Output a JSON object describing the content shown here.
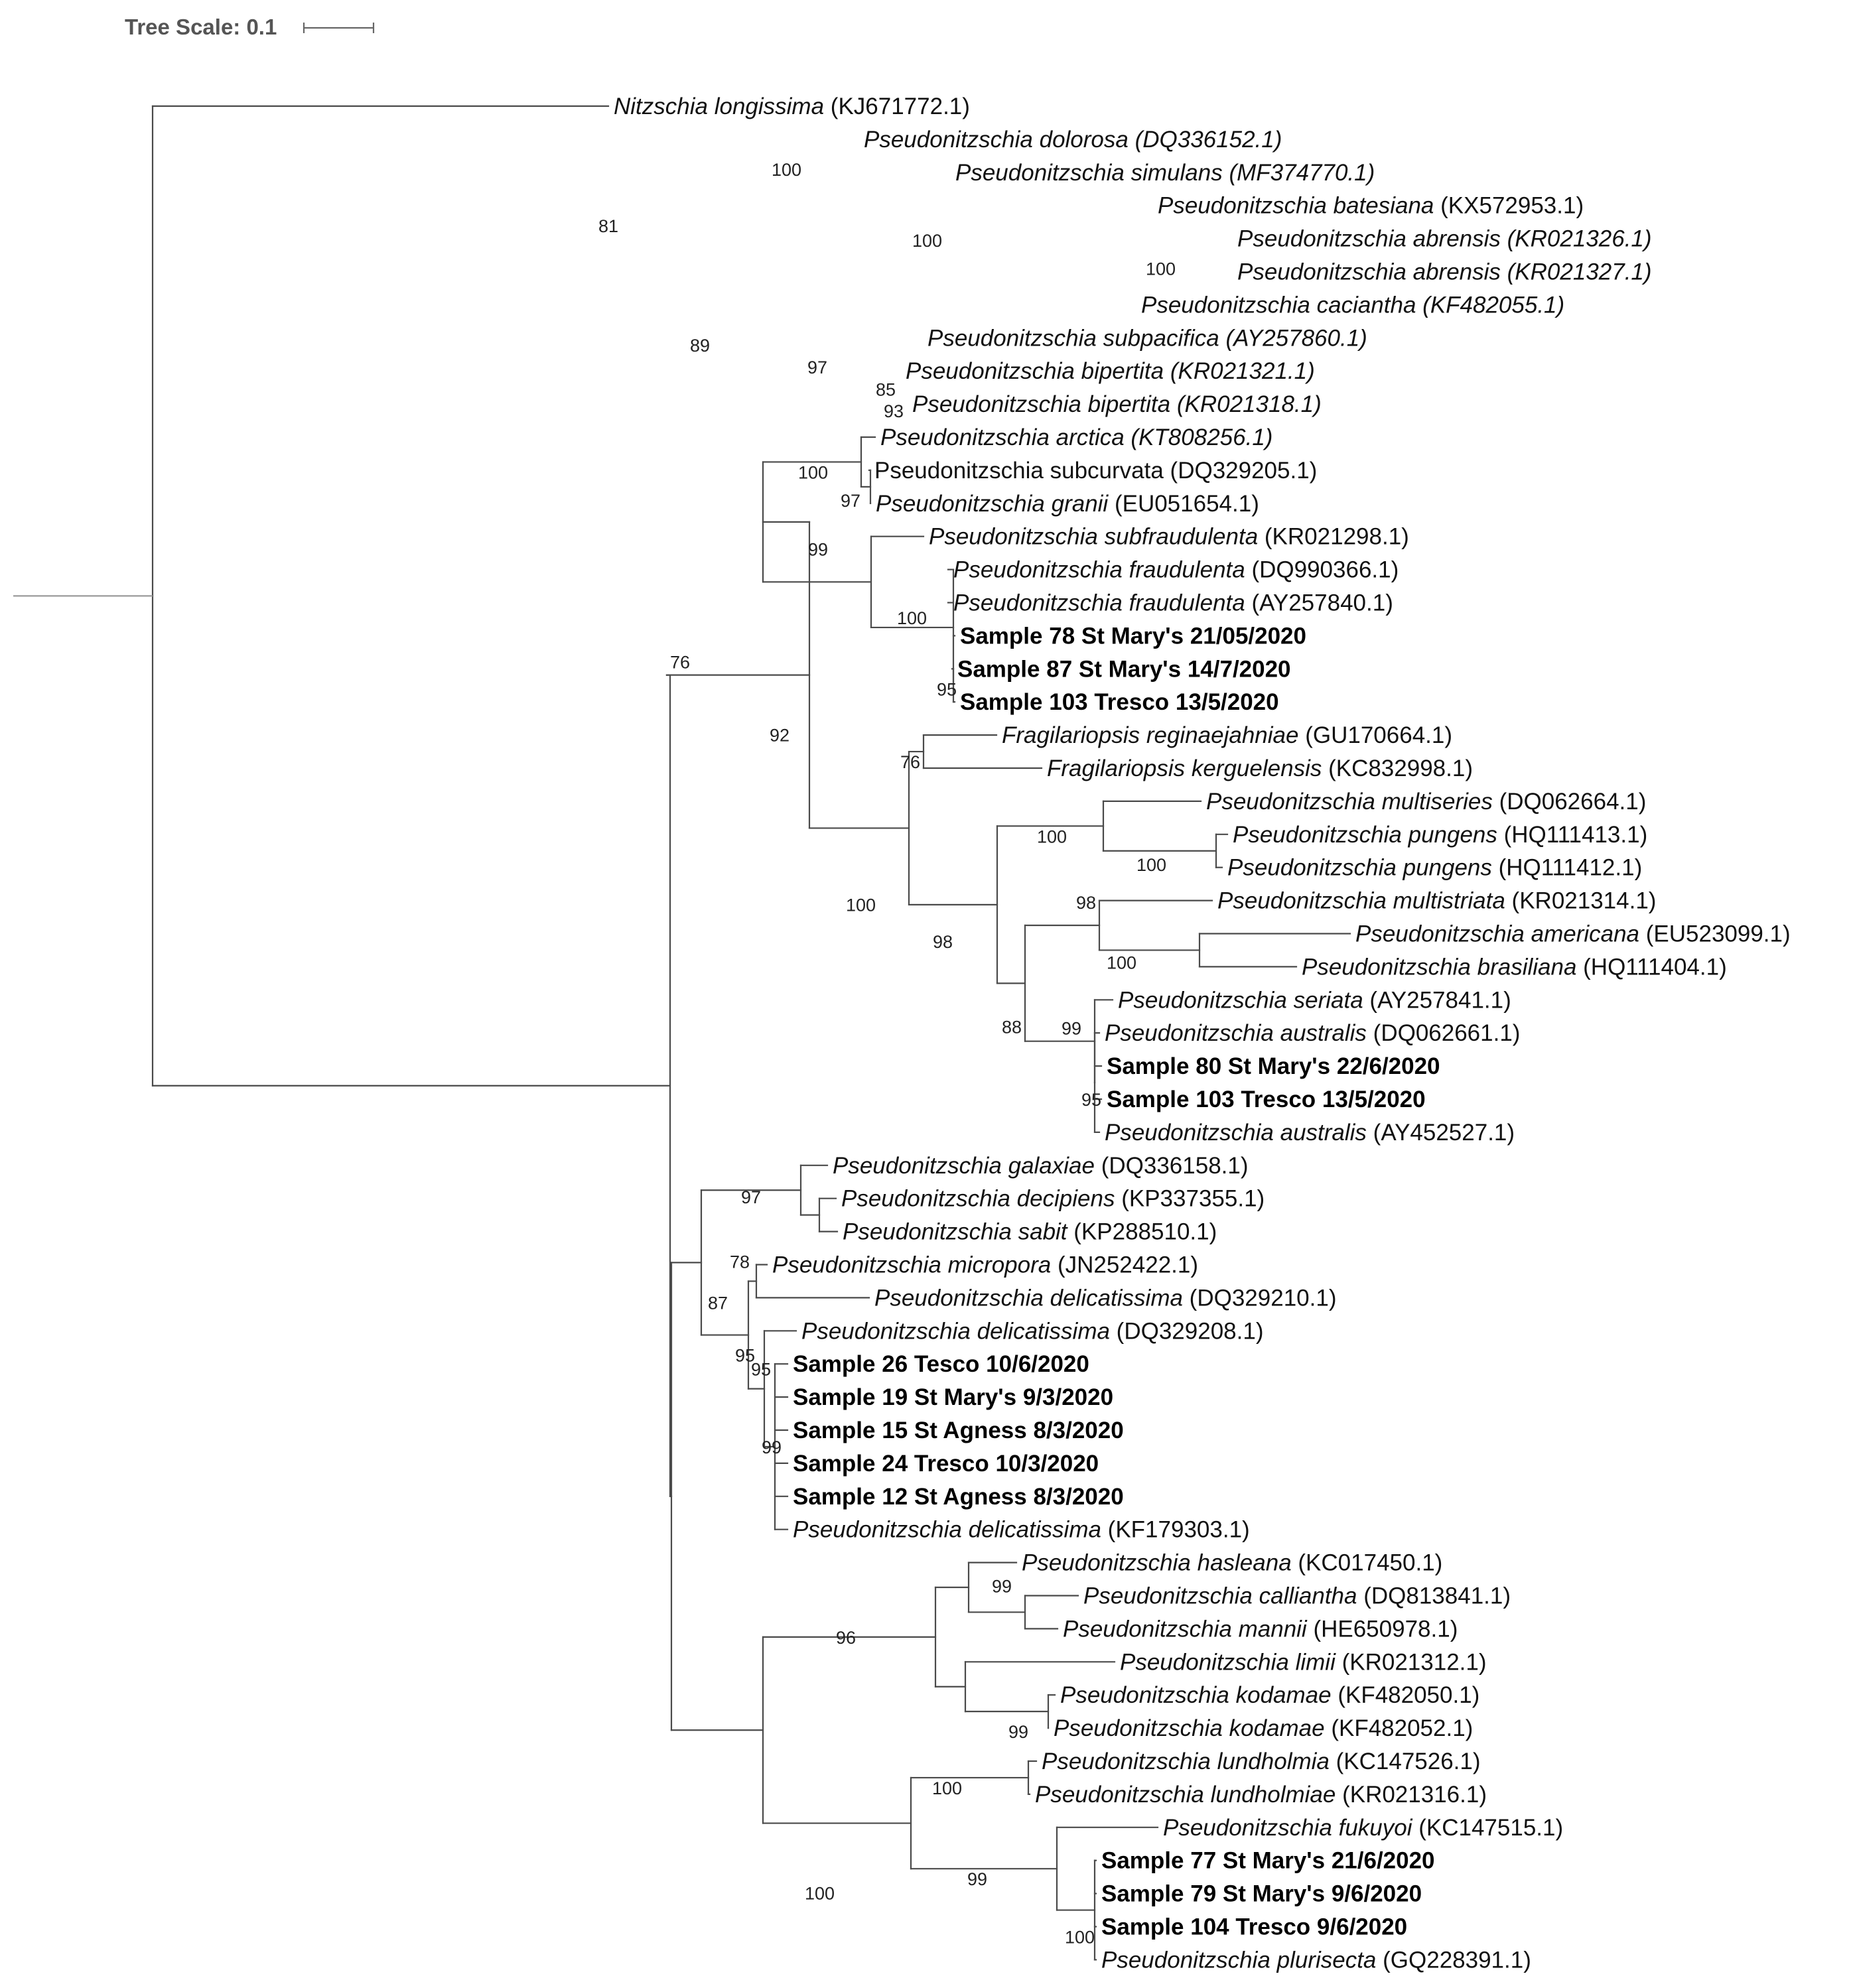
{
  "scale_label": "Tree Scale: 0.1",
  "taxa": [
    {
      "name": "Nitzschia longissima",
      "acc": " (KJ671772.1)"
    },
    {
      "name": "Pseudonitzschia dolorosa",
      "acc": " (DQ336152.1)",
      "italic_acc": true
    },
    {
      "name": "Pseudonitzschia simulans",
      "acc": " (MF374770.1)",
      "italic_acc": true
    },
    {
      "name": "Pseudonitzschia batesiana",
      "acc": " (KX572953.1)"
    },
    {
      "name": "Pseudonitzschia abrensis",
      "acc": " (KR021326.1)",
      "italic_acc": true
    },
    {
      "name": "Pseudonitzschia abrensis",
      "acc": " (KR021327.1)",
      "italic_acc": true
    },
    {
      "name": "Pseudonitzschia caciantha",
      "acc": " (KF482055.1)",
      "italic_acc": true
    },
    {
      "name": "Pseudonitzschia subpacifica",
      "acc": " (AY257860.1)",
      "italic_acc": true
    },
    {
      "name": "Pseudonitzschia bipertita",
      "acc": " (KR021321.1)",
      "italic_acc": true
    },
    {
      "name": "Pseudonitzschia bipertita",
      "acc": " (KR021318.1)",
      "italic_acc": true
    },
    {
      "name": "Pseudonitzschia arctica",
      "acc": " (KT808256.1)",
      "italic_acc": true
    },
    {
      "name": "Pseudonitzschia subcurvata",
      "acc": " (DQ329205.1)",
      "plain": true
    },
    {
      "name": "Pseudonitzschia granii",
      "acc": " (EU051654.1)"
    },
    {
      "name": "Pseudonitzschia subfraudulenta",
      "acc": " (KR021298.1)"
    },
    {
      "name": "Pseudonitzschia fraudulenta",
      "acc": " (DQ990366.1)"
    },
    {
      "name": "Pseudonitzschia fraudulenta",
      "acc": " (AY257840.1)"
    },
    {
      "sample": "Sample 78 St Mary's 21/05/2020"
    },
    {
      "sample": "Sample 87 St Mary's 14/7/2020"
    },
    {
      "sample": "Sample 103 Tresco 13/5/2020"
    },
    {
      "name": "Fragilariopsis reginaejahniae",
      "acc": " (GU170664.1)"
    },
    {
      "name": "Fragilariopsis kerguelensis",
      "acc": " (KC832998.1)"
    },
    {
      "name": "Pseudonitzschia multiseries",
      "acc": " (DQ062664.1)"
    },
    {
      "name": "Pseudonitzschia pungens",
      "acc": " (HQ111413.1)"
    },
    {
      "name": "Pseudonitzschia pungens",
      "acc": " (HQ111412.1)"
    },
    {
      "name": "Pseudonitzschia multistriata",
      "acc": " (KR021314.1)"
    },
    {
      "name": "Pseudonitzschia americana",
      "acc": " (EU523099.1)"
    },
    {
      "name": "Pseudonitzschia brasiliana",
      "acc": " (HQ111404.1)"
    },
    {
      "name": "Pseudonitzschia seriata",
      "acc": " (AY257841.1)"
    },
    {
      "name": "Pseudonitzschia australis",
      "acc": " (DQ062661.1)"
    },
    {
      "sample": "Sample 80 St Mary's 22/6/2020"
    },
    {
      "sample": "Sample 103 Tresco 13/5/2020"
    },
    {
      "name": "Pseudonitzschia australis",
      "acc": " (AY452527.1)"
    },
    {
      "name": "Pseudonitzschia galaxiae",
      "acc": " (DQ336158.1)"
    },
    {
      "name": "Pseudonitzschia decipiens",
      "acc": " (KP337355.1)"
    },
    {
      "name": "Pseudonitzschia sabit",
      "acc": " (KP288510.1)"
    },
    {
      "name": "Pseudonitzschia micropora",
      "acc": " (JN252422.1)"
    },
    {
      "name": "Pseudonitzschia delicatissima",
      "acc": " (DQ329210.1)"
    },
    {
      "name": "Pseudonitzschia delicatissima",
      "acc": " (DQ329208.1)"
    },
    {
      "sample": "Sample 26 Tesco 10/6/2020"
    },
    {
      "sample": "Sample 19 St Mary's 9/3/2020"
    },
    {
      "sample": "Sample 15 St Agness 8/3/2020"
    },
    {
      "sample": "Sample 24 Tresco 10/3/2020"
    },
    {
      "sample": "Sample 12 St Agness 8/3/2020"
    },
    {
      "name": "Pseudonitzschia delicatissima",
      "acc": " (KF179303.1)"
    },
    {
      "name": "Pseudonitzschia hasleana",
      "acc": " (KC017450.1)"
    },
    {
      "name": "Pseudonitzschia calliantha",
      "acc": " (DQ813841.1)"
    },
    {
      "name": "Pseudonitzschia mannii",
      "acc": " (HE650978.1)"
    },
    {
      "name": "Pseudonitzschia limii",
      "acc": " (KR021312.1)"
    },
    {
      "name": "Pseudonitzschia kodamae",
      "acc": " (KF482050.1)"
    },
    {
      "name": "Pseudonitzschia kodamae",
      "acc": " (KF482052.1)"
    },
    {
      "name": "Pseudonitzschia lundholmia",
      "acc": " (KC147526.1)"
    },
    {
      "name": "Pseudonitzschia lundholmiae",
      "acc": " (KR021316.1)"
    },
    {
      "name": "Pseudonitzschia fukuyoi",
      "acc": " (KC147515.1)"
    },
    {
      "sample": "Sample 77 St Mary's 21/6/2020"
    },
    {
      "sample": "Sample 79 St Mary's 9/6/2020"
    },
    {
      "sample": "Sample 104 Tresco 9/6/2020"
    },
    {
      "name": "Pseudonitzschia plurisecta",
      "acc": " (GQ228391.1)"
    }
  ],
  "supports": [
    "100",
    "81",
    "89",
    "100",
    "100",
    "97",
    "85",
    "93",
    "100",
    "97",
    "76",
    "99",
    "100",
    "95",
    "92",
    "76",
    "100",
    "100",
    "100",
    "98",
    "98",
    "100",
    "88",
    "99",
    "95",
    "97",
    "78",
    "87",
    "95",
    "99",
    "95",
    "99",
    "96",
    "99",
    "100",
    "100",
    "99",
    "100"
  ]
}
